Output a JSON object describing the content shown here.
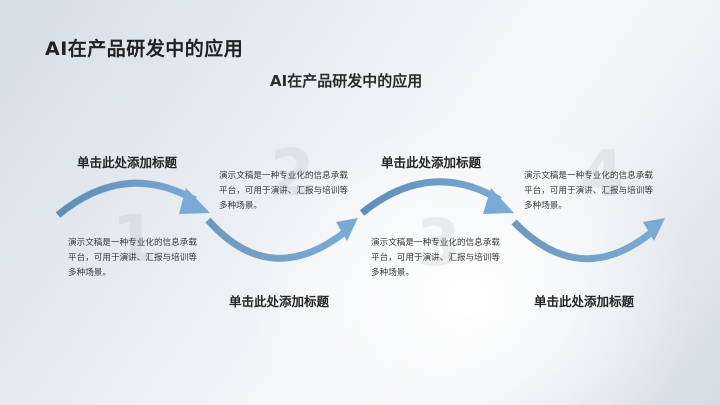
{
  "slide": {
    "main_title": "AI在产品研发中的应用",
    "sub_title": "AI在产品研发中的应用",
    "accent_color": "#6a9bc6",
    "steps": [
      {
        "number": "1",
        "title": "单击此处添加标题",
        "description": "演示文稿是一种专业化的信息承载平台，可用于演讲、汇报与培训等多种场景。"
      },
      {
        "number": "2",
        "title": "单击此处添加标题",
        "description": "演示文稿是一种专业化的信息承载平台，可用于演讲、汇报与培训等多种场景。"
      },
      {
        "number": "3",
        "title": "单击此处添加标题",
        "description": "演示文稿是一种专业化的信息承载平台，可用于演讲、汇报与培训等多种场景。"
      },
      {
        "number": "4",
        "title": "单击此处添加标题",
        "description": "演示文稿是一种专业化的信息承载平台，可用于演讲、汇报与培训等多种场景。"
      }
    ]
  }
}
